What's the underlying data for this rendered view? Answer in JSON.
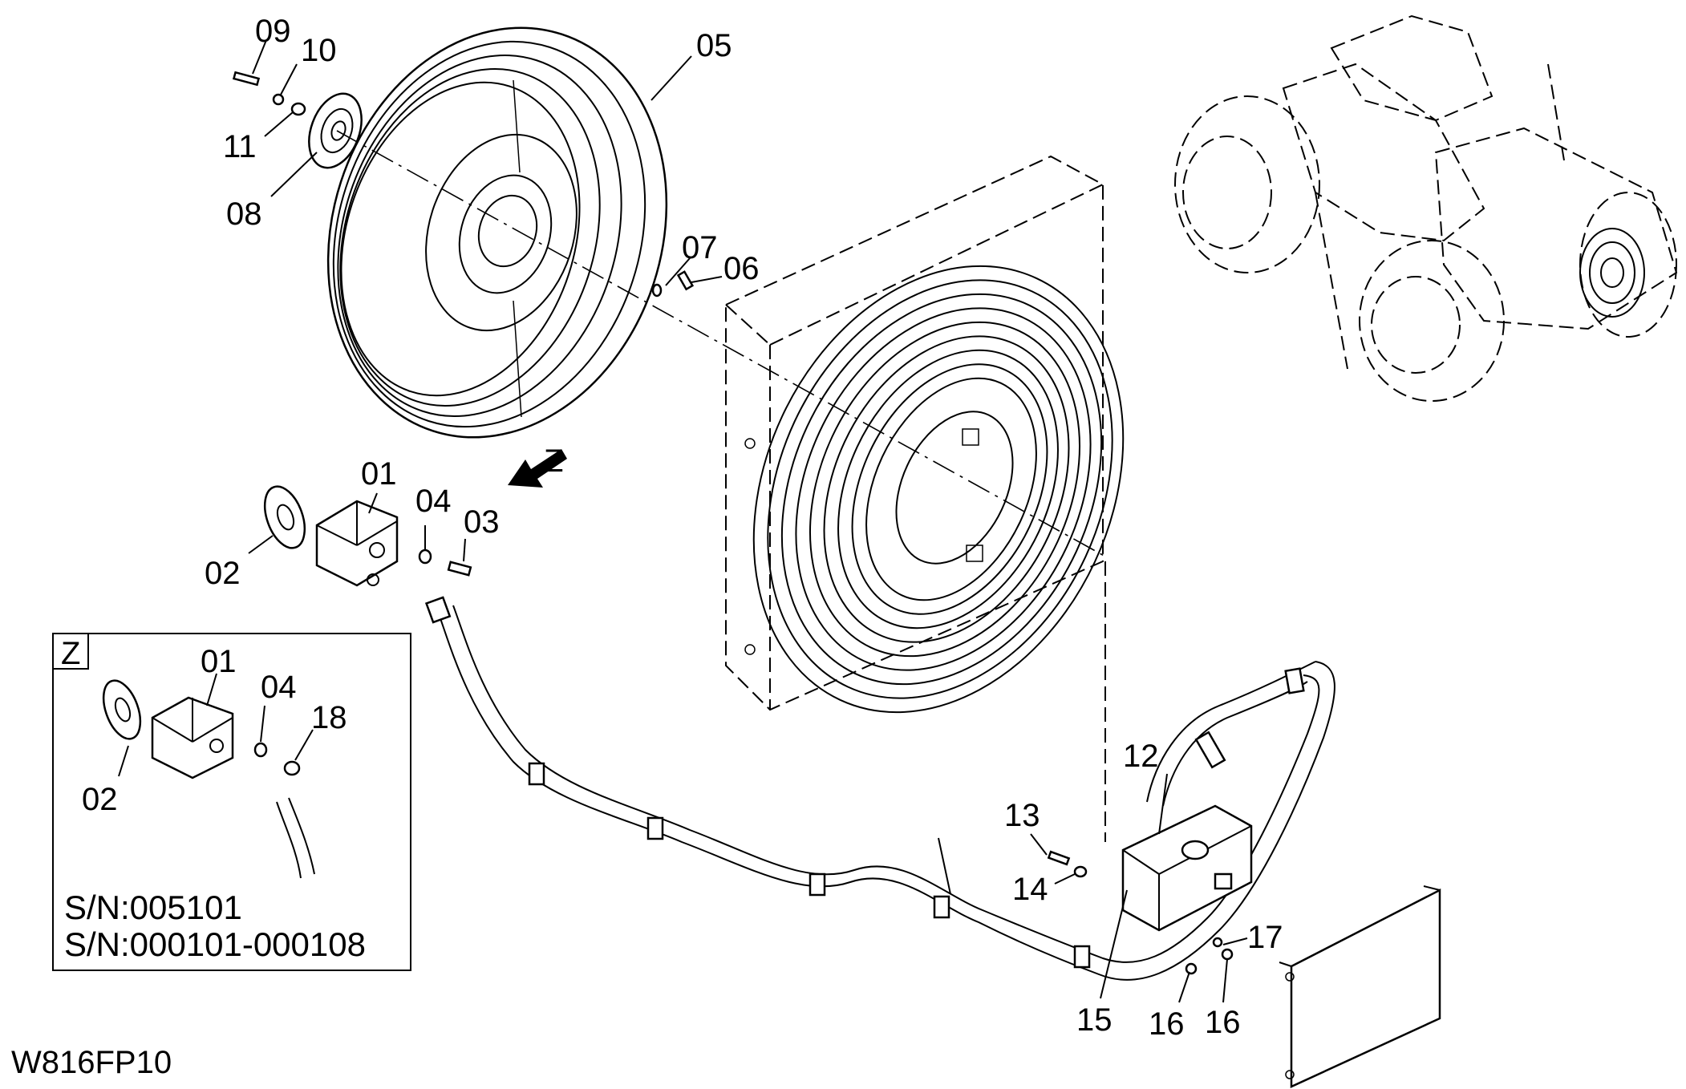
{
  "drawing_code": "W816FP10",
  "view_marker": "Z",
  "inset": {
    "label": "Z",
    "serial_line_1": "S/N:005101",
    "serial_line_2": "S/N:000101-000108"
  },
  "callouts": {
    "c01": "01",
    "c02": "02",
    "c03": "03",
    "c04": "04",
    "c05": "05",
    "c06": "06",
    "c07": "07",
    "c08": "08",
    "c09": "09",
    "c10": "10",
    "c11": "11",
    "c12": "12",
    "c13": "13",
    "c14": "14",
    "c15": "15",
    "c16a": "16",
    "c16b": "16",
    "c17": "17",
    "z01": "01",
    "z02": "02",
    "z04": "04",
    "z18": "18"
  }
}
